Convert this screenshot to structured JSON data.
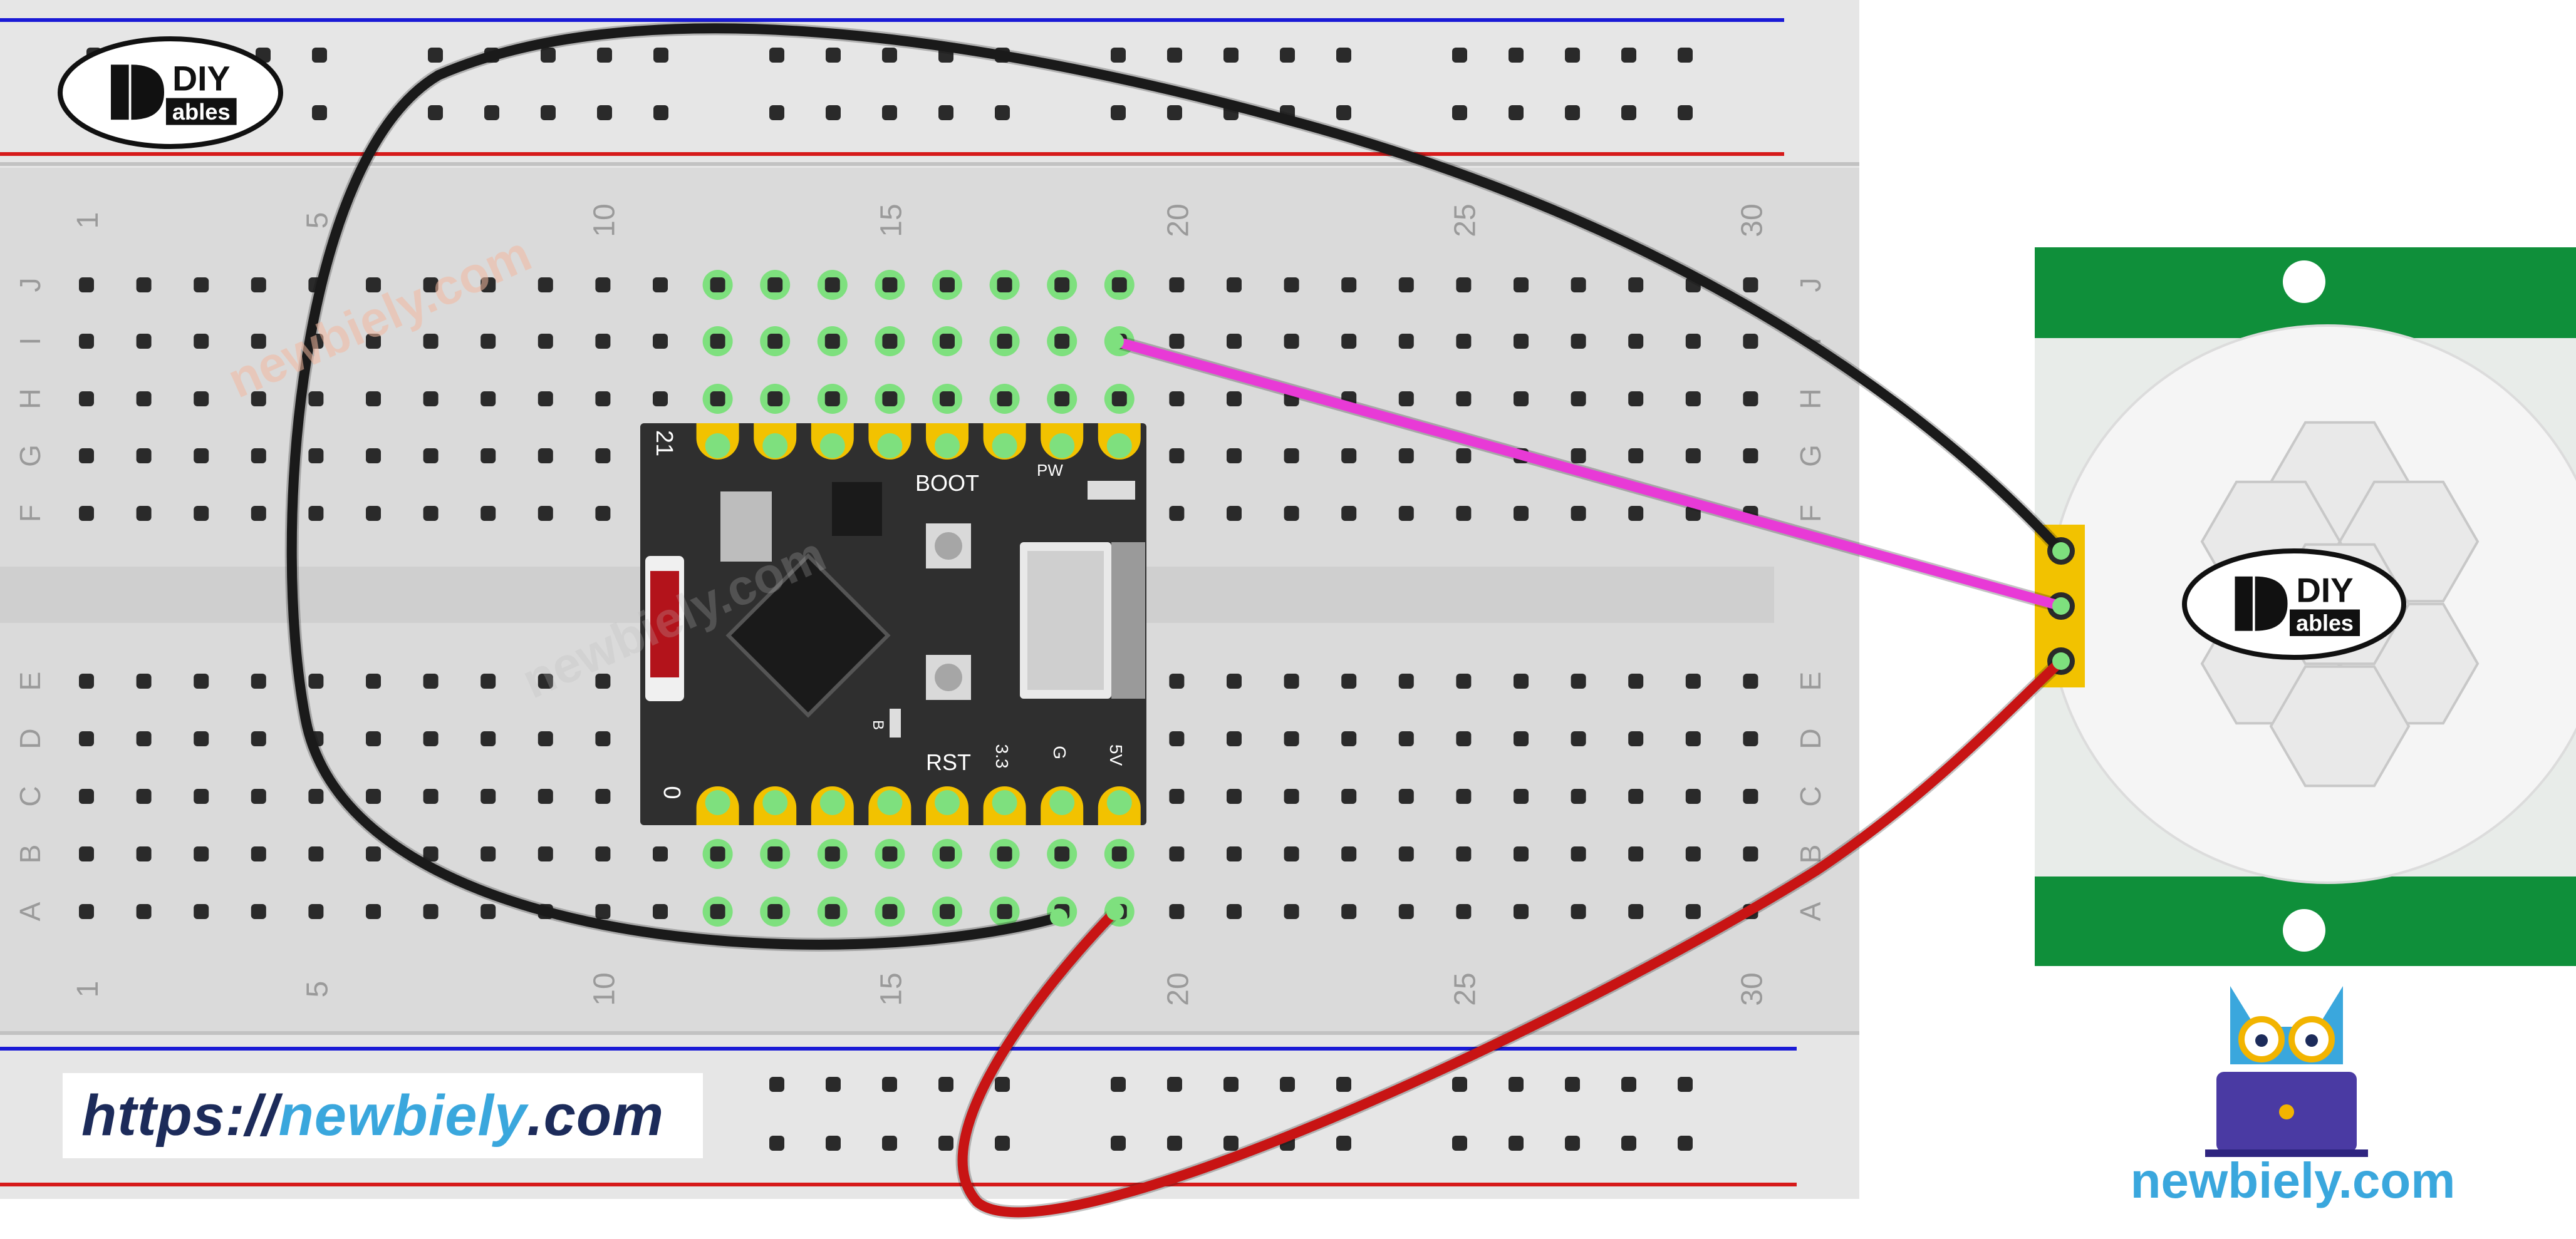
{
  "colors": {
    "breadboard": "#dadada",
    "rail_blue": "#1a1ad6",
    "rail_red": "#d61a1a",
    "hole": "#2a2a2a",
    "highlight": "#7ee07e",
    "wire_black": "#1a1a1a",
    "wire_magenta": "#e83ad6",
    "wire_red": "#c81414",
    "board_black": "#2f2f2f",
    "pad_gold": "#f2c200",
    "pir_green": "#0f8f3a",
    "brand_blue": "#3aa7dd",
    "brand_navy": "#1c2b5a"
  },
  "breadboard": {
    "column_numbers": [
      "1",
      "5",
      "10",
      "15",
      "20",
      "25",
      "30"
    ],
    "row_letters_top": [
      "J",
      "I",
      "H",
      "G",
      "F"
    ],
    "row_letters_bottom": [
      "E",
      "D",
      "C",
      "B",
      "A"
    ]
  },
  "logo": {
    "top": "DIY",
    "bottom": "ables"
  },
  "microcontroller": {
    "label_boot": "BOOT",
    "label_rst": "RST",
    "label_pw": "PW",
    "pin_top_left": "21",
    "pin_bottom_left": "0",
    "pin_33": "3.3",
    "pin_g": "G",
    "pin_5v": "5V",
    "led_label": "B"
  },
  "pir_sensor": {
    "logo_top": "DIY",
    "logo_bottom": "ables"
  },
  "watermarks": [
    "newbiely.com",
    "newbiely.com"
  ],
  "footer": {
    "url_prefix": "https://",
    "url_brand": "newbiely",
    "url_suffix": ".com"
  },
  "brand": {
    "text": "newbiely.com"
  },
  "icons": [
    "diyables-logo-icon",
    "owl-laptop-icon",
    "usb-port-icon",
    "chip-icon"
  ]
}
